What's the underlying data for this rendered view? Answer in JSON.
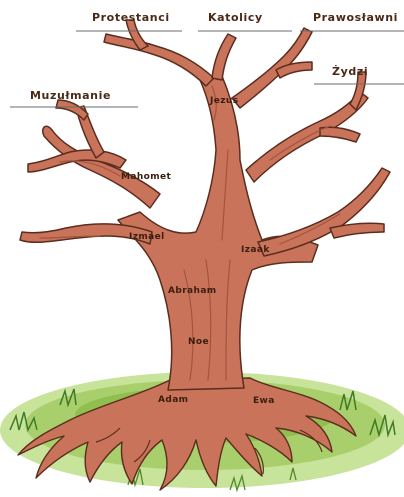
{
  "labels": {
    "protestanci": "Protestanci",
    "katolicy": "Katolicy",
    "prawoslawni": "Prawosławni",
    "zydzi": "Żydzi",
    "muzulmanie": "Muzułmanie",
    "jezus": "Jezus",
    "mahomet": "Mahomet",
    "izmael": "Izmael",
    "izaak": "Izaak",
    "abraham": "Abraham",
    "noe": "Noe",
    "adam": "Adam",
    "ewa": "Ewa"
  },
  "colors": {
    "bark": "#c9735a",
    "bark_shadow": "#a4543f",
    "bark_outline": "#5a2d1e",
    "grass": "#6f9e3a",
    "grass_light": "#b8d97a",
    "grass_dark": "#3f7a26"
  }
}
